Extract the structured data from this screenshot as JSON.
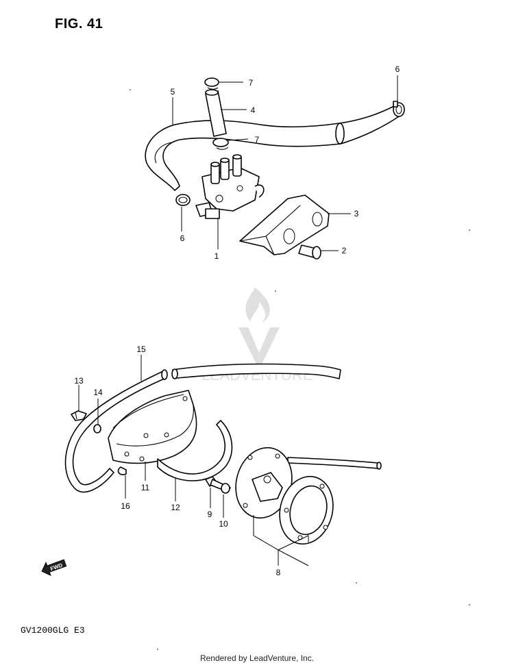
{
  "figure": {
    "title": "FIG. 41"
  },
  "model": {
    "code": "GV1200GLG  E3"
  },
  "footer": {
    "text": "Rendered by LeadVenture, Inc."
  },
  "watermark": {
    "brand": "LEADVENTURE"
  },
  "fwd_arrow": {
    "label": "FWD"
  },
  "callouts": [
    {
      "id": "1",
      "label": "1"
    },
    {
      "id": "2",
      "label": "2"
    },
    {
      "id": "3",
      "label": "3"
    },
    {
      "id": "4",
      "label": "4"
    },
    {
      "id": "5",
      "label": "5"
    },
    {
      "id": "6a",
      "label": "6"
    },
    {
      "id": "6b",
      "label": "6"
    },
    {
      "id": "7a",
      "label": "7"
    },
    {
      "id": "7b",
      "label": "7"
    },
    {
      "id": "8",
      "label": "8"
    },
    {
      "id": "9",
      "label": "9"
    },
    {
      "id": "10",
      "label": "10"
    },
    {
      "id": "11",
      "label": "11"
    },
    {
      "id": "12",
      "label": "12"
    },
    {
      "id": "13",
      "label": "13"
    },
    {
      "id": "14",
      "label": "14"
    },
    {
      "id": "15",
      "label": "15"
    },
    {
      "id": "16",
      "label": "16"
    }
  ]
}
